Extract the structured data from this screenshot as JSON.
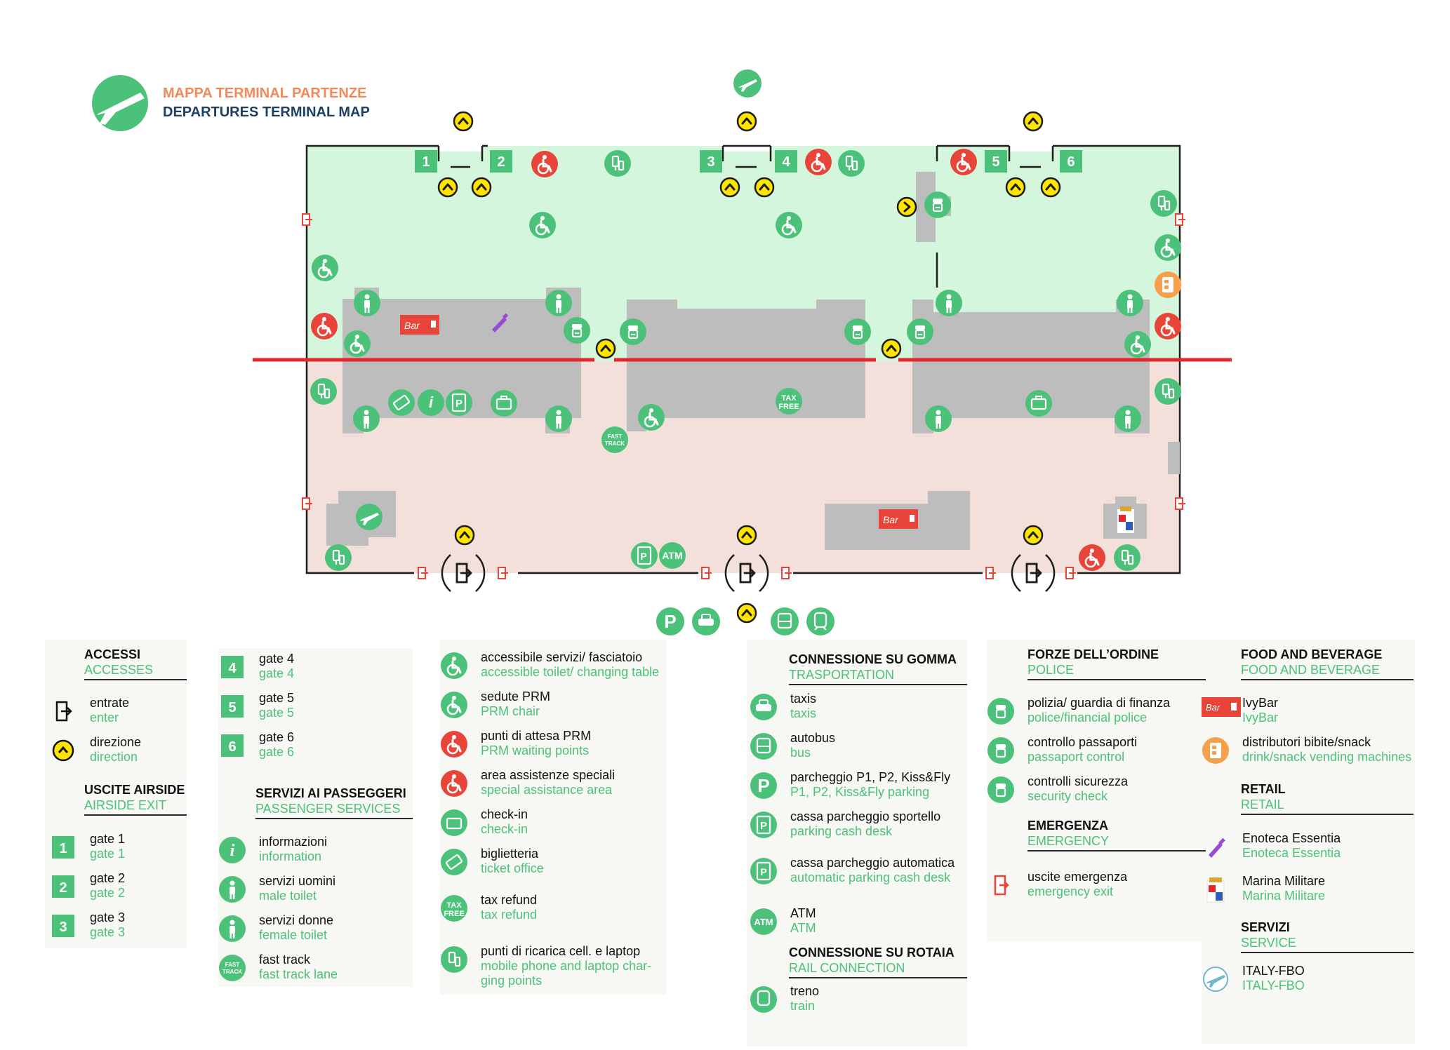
{
  "header": {
    "title_it": "MAPPA TERMINAL PARTENZE",
    "title_en": "DEPARTURES TERMINAL MAP",
    "icon": "plane-departure-icon"
  },
  "colors": {
    "airside_fill": "#d4f6dc",
    "landside_fill": "#f3e0da",
    "building_gray": "#bdbdbd",
    "accent_green": "#4cc17a",
    "header_orange": "#f08a5b",
    "header_navy": "#1d3f61",
    "security_line": "#e3262b",
    "assist_red": "#e8443a",
    "direction_yellow": "#ffe400",
    "vending_orange": "#f6a04b",
    "wine_purple": "#9a4bd6"
  },
  "map": {
    "gates": [
      "1",
      "2",
      "3",
      "4",
      "5",
      "6"
    ],
    "bar_label": "Bar",
    "atm_label": "ATM",
    "tax_label": [
      "TAX",
      "FREE"
    ],
    "fast_label": [
      "FAST",
      "TRACK"
    ],
    "parking_label": "P"
  },
  "legend": {
    "accessi": {
      "title": "ACCESSI",
      "subtitle": "ACCESSES",
      "items": [
        {
          "it": "entrate",
          "en": "enter",
          "icon": "entrance-icon"
        },
        {
          "it": "direzione",
          "en": "direction",
          "icon": "direction-arrow-icon"
        }
      ]
    },
    "uscite": {
      "title": "USCITE AIRSIDE",
      "subtitle": "AIRSIDE EXIT",
      "items": [
        {
          "num": "1",
          "it": "gate 1",
          "en": "gate 1"
        },
        {
          "num": "2",
          "it": "gate 2",
          "en": "gate 2"
        },
        {
          "num": "3",
          "it": "gate 3",
          "en": "gate 3"
        }
      ]
    },
    "gates_more": [
      {
        "num": "4",
        "it": "gate 4",
        "en": "gate 4"
      },
      {
        "num": "5",
        "it": "gate 5",
        "en": "gate 5"
      },
      {
        "num": "6",
        "it": "gate 6",
        "en": "gate 6"
      }
    ],
    "servizi_passeggeri": {
      "title": "SERVIZI AI PASSEGGERI",
      "subtitle": "PASSENGER SERVICES",
      "items": [
        {
          "it": "informazioni",
          "en": "information",
          "icon": "info-icon"
        },
        {
          "it": "servizi uomini",
          "en": "male toilet",
          "icon": "male-toilet-icon"
        },
        {
          "it": "servizi donne",
          "en": "female toilet",
          "icon": "female-toilet-icon"
        },
        {
          "it": "fast track",
          "en": "fast track lane",
          "icon": "fast-track-icon"
        }
      ]
    },
    "services_col": [
      {
        "it": "accessibile servizi/ fasciatoio",
        "en": "accessible toilet/ changing table",
        "icon": "accessible-toilet-icon"
      },
      {
        "it": "sedute PRM",
        "en": "PRM chair",
        "icon": "prm-chair-icon"
      },
      {
        "it": "punti di attesa PRM",
        "en": "PRM waiting points",
        "icon": "prm-waiting-icon"
      },
      {
        "it": "area assistenze speciali",
        "en": "special assistance area",
        "icon": "special-assistance-icon"
      },
      {
        "it": "check-in",
        "en": "check-in",
        "icon": "check-in-icon"
      },
      {
        "it": "biglietteria",
        "en": "ticket office",
        "icon": "ticket-icon"
      },
      {
        "it": "tax refund",
        "en": "tax refund",
        "icon": "tax-free-icon"
      },
      {
        "it": "punti di ricarica cell. e laptop",
        "en": "mobile phone and laptop char-",
        "en2": "ging points",
        "icon": "charging-icon"
      }
    ],
    "gomma": {
      "title": "CONNESSIONE SU GOMMA",
      "subtitle": "TRASPORTATION",
      "items": [
        {
          "it": "taxis",
          "en": "taxis",
          "icon": "taxi-icon"
        },
        {
          "it": "autobus",
          "en": "bus",
          "icon": "bus-icon"
        },
        {
          "it": "parcheggio P1, P2, Kiss&Fly",
          "en": "P1, P2, Kiss&Fly parking",
          "icon": "parking-icon"
        },
        {
          "it": "cassa parcheggio sportello",
          "en": "parking cash desk",
          "icon": "parking-cash-desk-icon"
        },
        {
          "it": "cassa parcheggio automatica",
          "en": "automatic parking cash desk",
          "icon": "automatic-parking-icon"
        },
        {
          "it": "ATM",
          "en": "ATM",
          "icon": "atm-icon"
        }
      ]
    },
    "rotaia": {
      "title": "CONNESSIONE SU ROTAIA",
      "subtitle": "RAIL CONNECTION",
      "items": [
        {
          "it": "treno",
          "en": "train",
          "icon": "train-icon"
        }
      ]
    },
    "forze": {
      "title": "FORZE DELL’ORDINE",
      "subtitle": "POLICE",
      "items": [
        {
          "it": "polizia/ guardia di finanza",
          "en": "police/financial police",
          "icon": "police-icon"
        },
        {
          "it": "controllo passaporti",
          "en": "passaport control",
          "icon": "passport-control-icon"
        },
        {
          "it": "controlli sicurezza",
          "en": "security check",
          "icon": "security-check-icon"
        }
      ]
    },
    "emergenza": {
      "title": "EMERGENZA",
      "subtitle": "EMERGENCY",
      "items": [
        {
          "it": "uscite emergenza",
          "en": "emergency exit",
          "icon": "emergency-exit-icon"
        }
      ]
    },
    "food": {
      "title": "FOOD AND BEVERAGE",
      "subtitle": "FOOD AND BEVERAGE",
      "items": [
        {
          "it": "IvyBar",
          "en": "IvyBar",
          "icon": "bar-icon"
        },
        {
          "it": "distributori bibite/snack",
          "en": "drink/snack vending machines",
          "icon": "vending-icon"
        }
      ]
    },
    "retail": {
      "title": "RETAIL",
      "subtitle": "RETAIL",
      "items": [
        {
          "it": "Enoteca Essentia",
          "en": "Enoteca Essentia",
          "icon": "wine-bottle-icon"
        },
        {
          "it": "Marina Militare",
          "en": "Marina Militare",
          "icon": "navy-crest-icon"
        }
      ]
    },
    "servizi": {
      "title": "SERVIZI",
      "subtitle": "SERVICE",
      "items": [
        {
          "it": "ITALY-FBO",
          "en": "ITALY-FBO",
          "icon": "fbo-plane-icon"
        }
      ]
    }
  }
}
